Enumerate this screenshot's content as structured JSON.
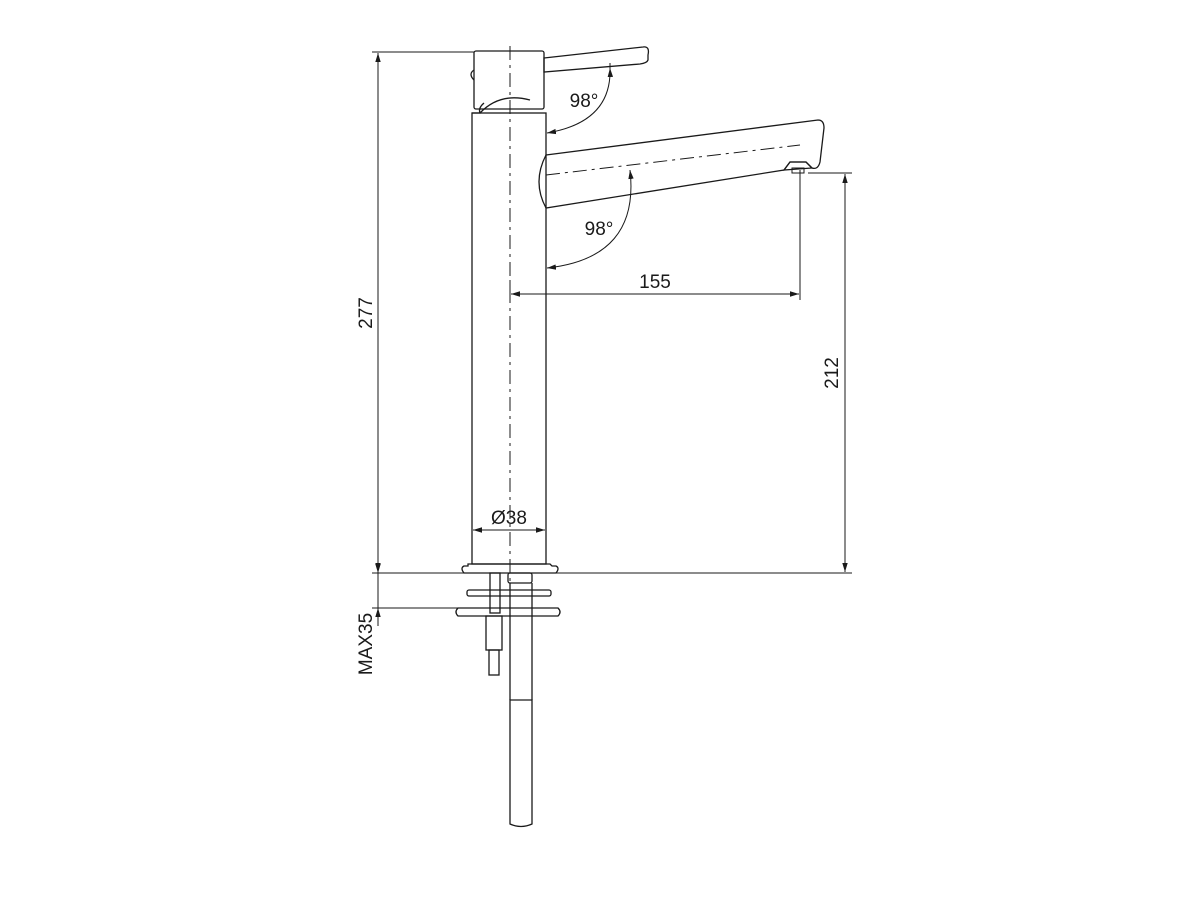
{
  "dimensions": {
    "overall_height": "277",
    "spout_height": "212",
    "spout_reach": "155",
    "body_diameter": "Ø38",
    "max_mounting_thickness": "MAX35",
    "lever_angle": "98°",
    "spout_angle": "98°"
  },
  "colors": {
    "line": "#1a1a1a",
    "background": "#ffffff"
  }
}
